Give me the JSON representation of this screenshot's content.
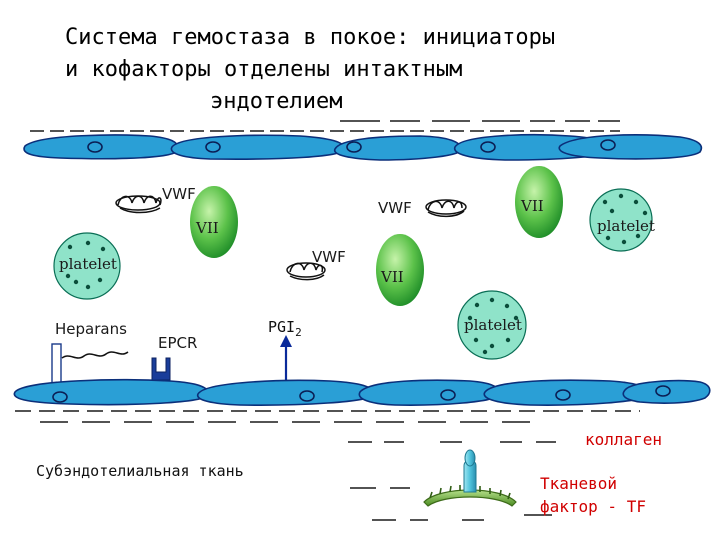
{
  "title": {
    "line1": "Система гемостаза в покое: инициаторы",
    "line2": "и кофакторы отделены интактным",
    "line3": "эндотелием"
  },
  "labels": {
    "vwf": "VWF",
    "vii": "VII",
    "platelet": "platelet",
    "heparans": "Heparans",
    "epcr": "EPCR",
    "pgi2": "PGI",
    "pgi2_sub": "2",
    "collagen": "коллаген",
    "subendothelial": "Субэндотелиальная ткань",
    "tissue_factor_1": "Тканевой",
    "tissue_factor_2": "фактор - TF"
  },
  "colors": {
    "endothelium": "#2a9fd6",
    "endothelium_outline": "#0b2f7a",
    "platelet": "#8fe3c9",
    "vii_gradient_light": "#b9ee9e",
    "vii_gradient_dark": "#1f9a2a",
    "collagen_text": "#d00000",
    "tissue_factor_text": "#d00000",
    "tf_stalk": "#6fd3e6",
    "tf_base": "#6aa83a"
  }
}
